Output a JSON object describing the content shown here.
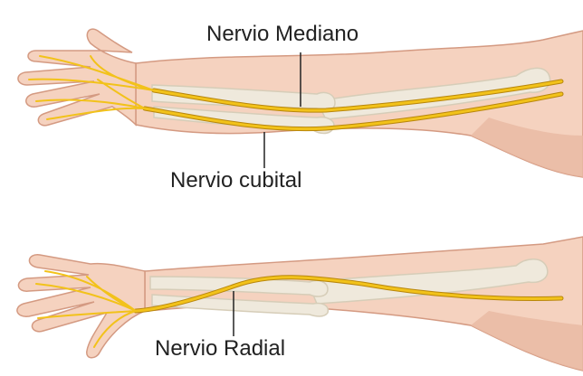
{
  "labels": {
    "median": "Nervio Mediano",
    "ulnar": "Nervio cubital",
    "radial": "Nervio Radial"
  },
  "colors": {
    "skin": "#f5d2bf",
    "skin_shade": "#e9b9a3",
    "skin_outline": "#d49a82",
    "bone": "#efe9dc",
    "bone_shade": "#d6cdb8",
    "nerve": "#f2c21a",
    "nerve_outline": "#b8860b",
    "leader": "#222222"
  }
}
